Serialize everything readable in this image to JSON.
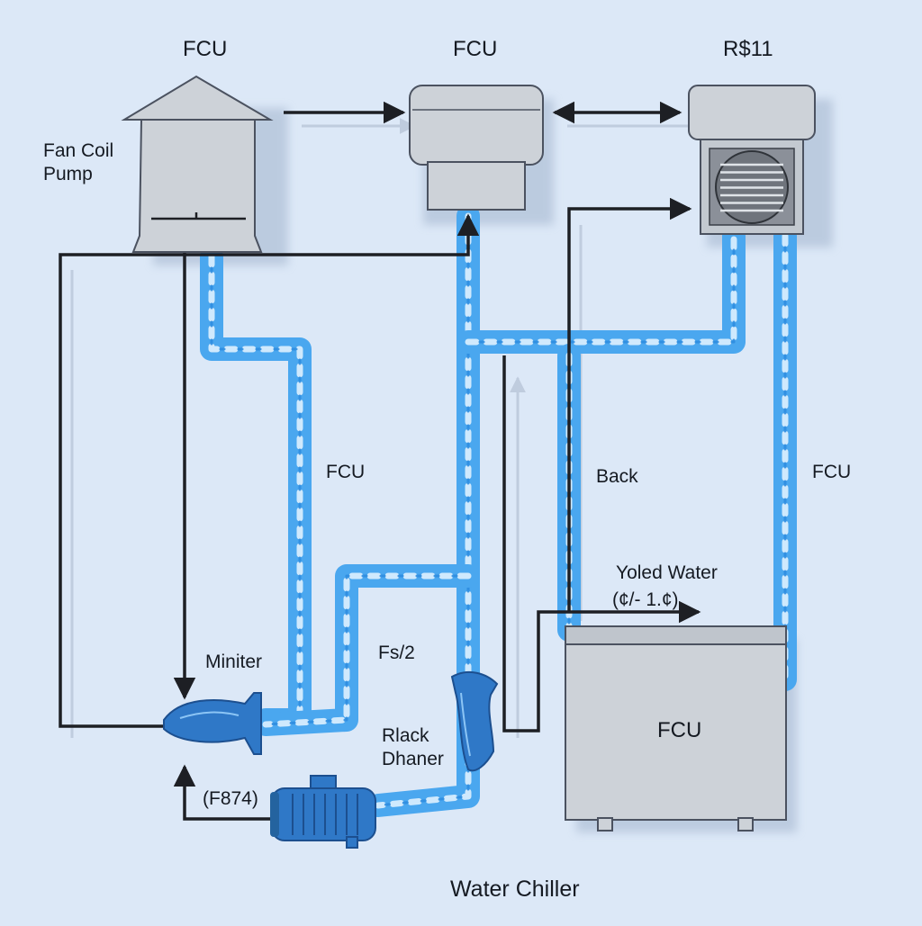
{
  "labels": {
    "top_left_unit": "FCU",
    "top_middle_unit": "FCU",
    "top_right_unit": "R$11",
    "fan_coil_pump": "Fan Coil\nPump",
    "pipe_left": "FCU",
    "pipe_back": "Back",
    "pipe_right": "FCU",
    "yoled_water": "Yoled Water",
    "yoled_value": "(¢/- 1.¢)",
    "miniter": "Miniter",
    "fs2": "Fs/2",
    "rlack_dhaner": "Rlack\nDhaner",
    "f874": "(F874)",
    "chiller_unit": "FCU",
    "water_chiller": "Water Chiller"
  },
  "colors": {
    "background": "#dce8f7",
    "water_pipe": "#4aa7ef",
    "water_highlight": "#e6f4ff",
    "unit_body": "#cdd2d8",
    "unit_outline": "#4b5260",
    "line": "#1d1f24",
    "pump": "#2f78c7"
  }
}
